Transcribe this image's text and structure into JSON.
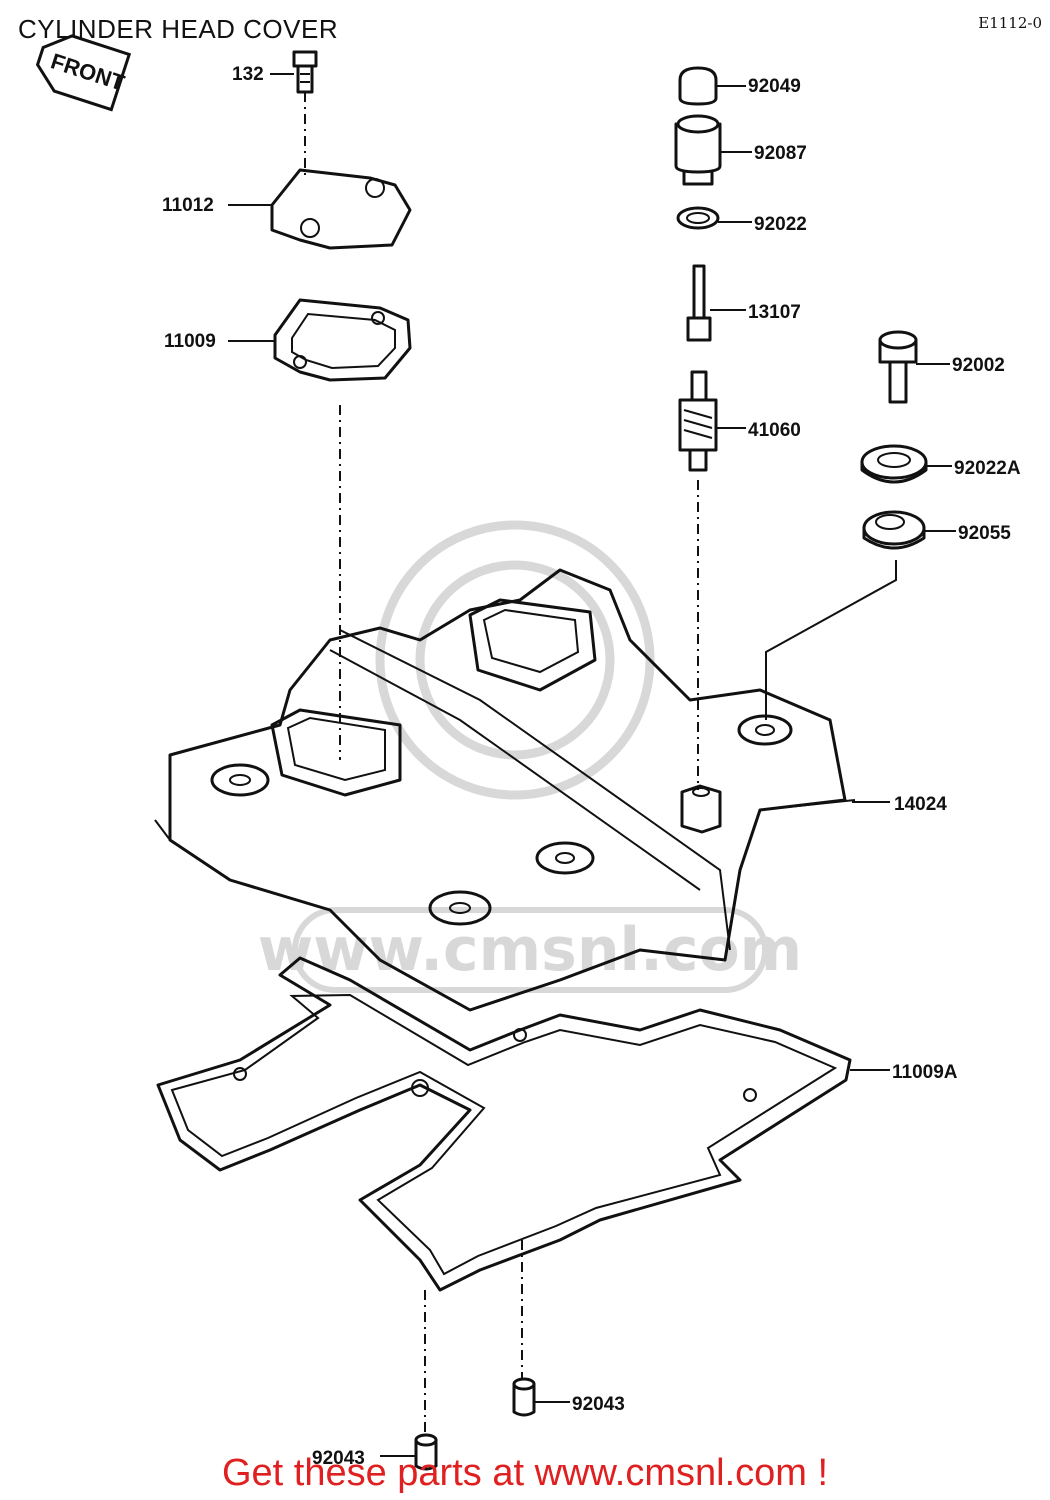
{
  "title": "CYLINDER HEAD COVER",
  "diagram_code": "E1112-0",
  "front_marker": "FRONT",
  "watermark_text": "www.cmsnl.com",
  "footer_text": "Get these parts at www.cmsnl.com !",
  "colors": {
    "footer": "#e02020",
    "ink": "#111111",
    "watermark": "#d8d8d8"
  },
  "parts": [
    {
      "id": "132",
      "label": "132"
    },
    {
      "id": "11012",
      "label": "11012"
    },
    {
      "id": "11009",
      "label": "11009"
    },
    {
      "id": "92049",
      "label": "92049"
    },
    {
      "id": "92087",
      "label": "92087"
    },
    {
      "id": "92022",
      "label": "92022"
    },
    {
      "id": "13107",
      "label": "13107"
    },
    {
      "id": "92002",
      "label": "92002"
    },
    {
      "id": "41060",
      "label": "41060"
    },
    {
      "id": "92022A",
      "label": "92022A"
    },
    {
      "id": "92055",
      "label": "92055"
    },
    {
      "id": "14024",
      "label": "14024"
    },
    {
      "id": "11009A",
      "label": "11009A"
    },
    {
      "id": "92043a",
      "label": "92043"
    },
    {
      "id": "92043b",
      "label": "92043"
    }
  ]
}
